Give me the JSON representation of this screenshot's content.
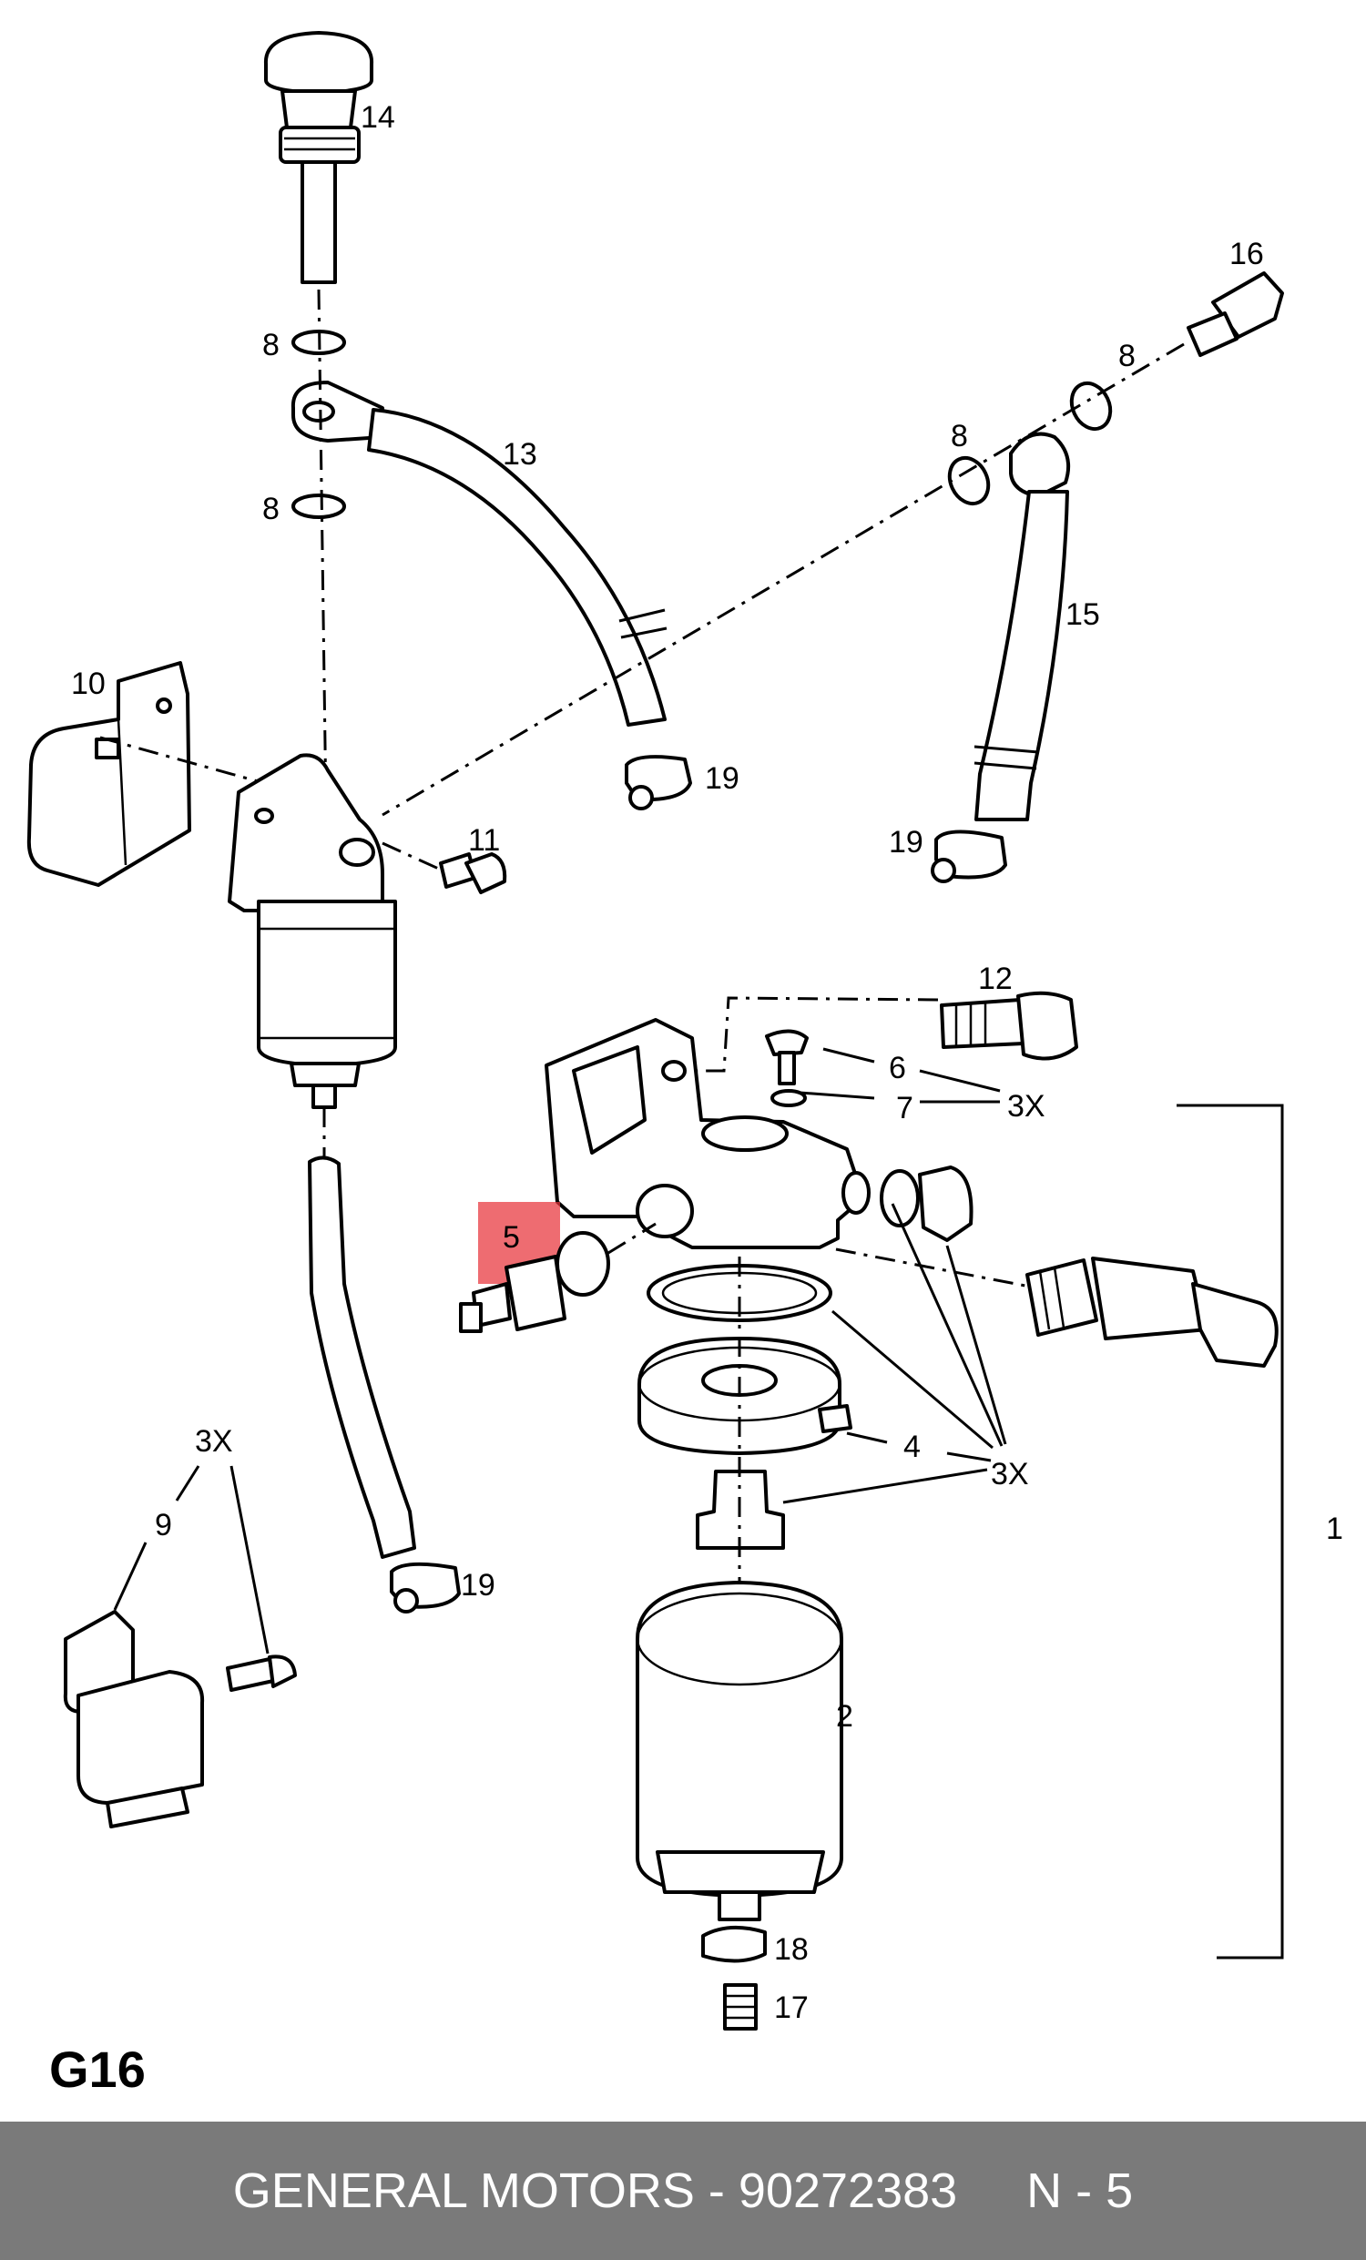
{
  "callouts": {
    "c14": "14",
    "c8a": "8",
    "c8b": "8",
    "c13": "13",
    "c16": "16",
    "c8c": "8",
    "c8d": "8",
    "c15": "15",
    "c10": "10",
    "c11": "11",
    "c19a": "19",
    "c19b": "19",
    "c12": "12",
    "c6": "6",
    "c3xa": "3X",
    "c7": "7",
    "c5": "5",
    "c3xb": "3X",
    "c4": "4",
    "c3xc": "3X",
    "c9": "9",
    "c1": "1",
    "c19c": "19",
    "c2": "2",
    "c18": "18",
    "c17": "17"
  },
  "highlight_part": "5",
  "highlight_color": "#e8333a",
  "diagram_code": "G16",
  "footer": {
    "brand": "GENERAL MOTORS",
    "separator": "-",
    "part_number": "90272383",
    "page_ref": "N - 5",
    "background": "#7a7a7a"
  }
}
